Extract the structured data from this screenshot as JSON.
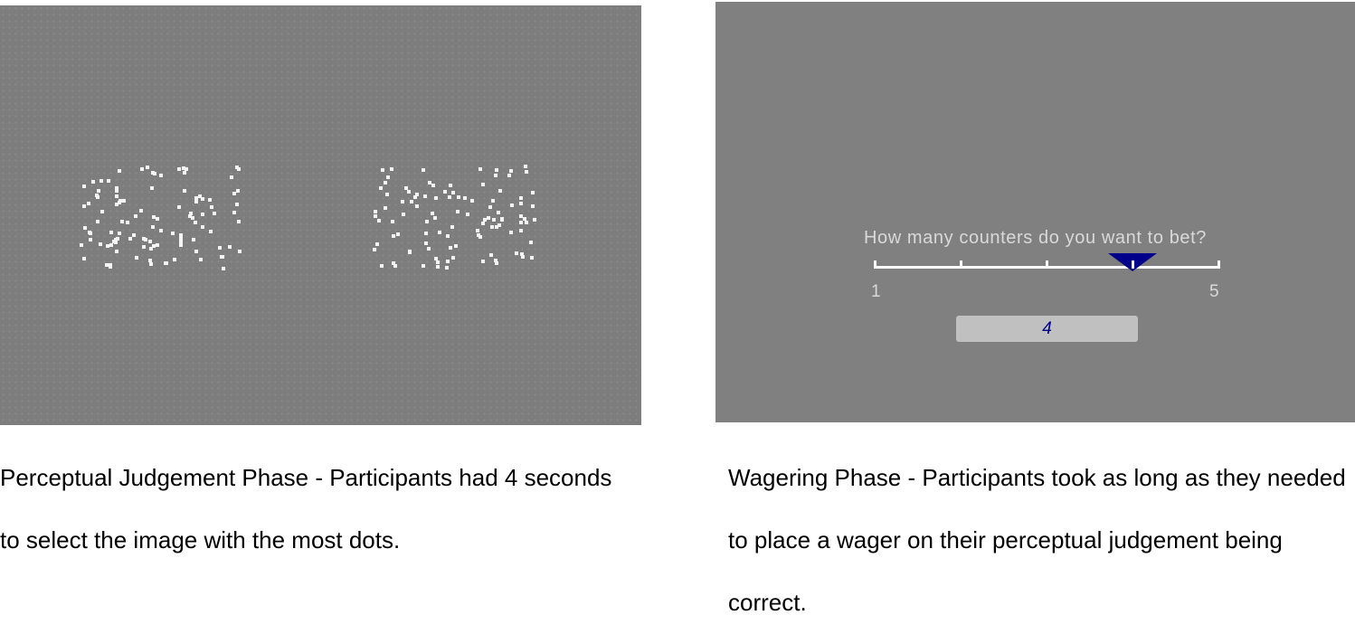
{
  "perceptual_phase": {
    "caption": "Perceptual Judgement Phase - Participants had 4 seconds to select the image with the most dots.",
    "background_color": "#7d7d7d",
    "dot_color": "#f4f4f4"
  },
  "wagering_phase": {
    "question": "How many counters do you want to bet?",
    "scale_min_label": "1",
    "scale_max_label": "5",
    "scale_min": 1,
    "scale_max": 5,
    "selected_value": 4,
    "selected_value_text": "4",
    "marker_color": "#00008b",
    "caption": "Wagering Phase - Participants took as long as they needed to place a wager on their perceptual judgement being correct."
  }
}
